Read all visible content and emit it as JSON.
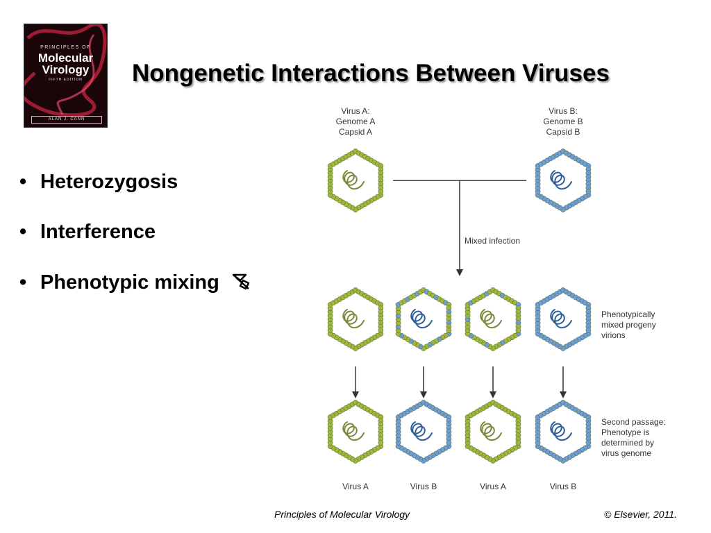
{
  "cover": {
    "line1": "PRINCIPLES OF",
    "line2": "Molecular",
    "line3": "Virology",
    "edition": "FIFTH EDITION",
    "author": "ALAN J. CANN"
  },
  "title": "Nongenetic Interactions Between Viruses",
  "bullets": [
    {
      "text": "Heterozygosis"
    },
    {
      "text": "Interference"
    },
    {
      "text": "Phenotypic mixing"
    }
  ],
  "bullet_symbol": "•",
  "diagram": {
    "virus_a_label": [
      "Virus A:",
      "Genome A",
      "Capsid A"
    ],
    "virus_b_label": [
      "Virus B:",
      "Genome B",
      "Capsid B"
    ],
    "mixed_infection": "Mixed infection",
    "progeny_label": [
      "Phenotypically",
      "mixed progeny",
      "virions"
    ],
    "second_passage_label": [
      "Second passage:",
      "Phenotype is",
      "determined by",
      "virus genome"
    ],
    "bottom_labels": [
      "Virus A",
      "Virus B",
      "Virus A",
      "Virus B"
    ],
    "colors": {
      "green": "#9db83a",
      "green_genome": "#7a8a3a",
      "blue": "#6d9fd6",
      "blue_genome": "#2f5f9a"
    }
  },
  "footer": {
    "left": "Principles of Molecular Virology",
    "right": "© Elsevier, 2011."
  }
}
